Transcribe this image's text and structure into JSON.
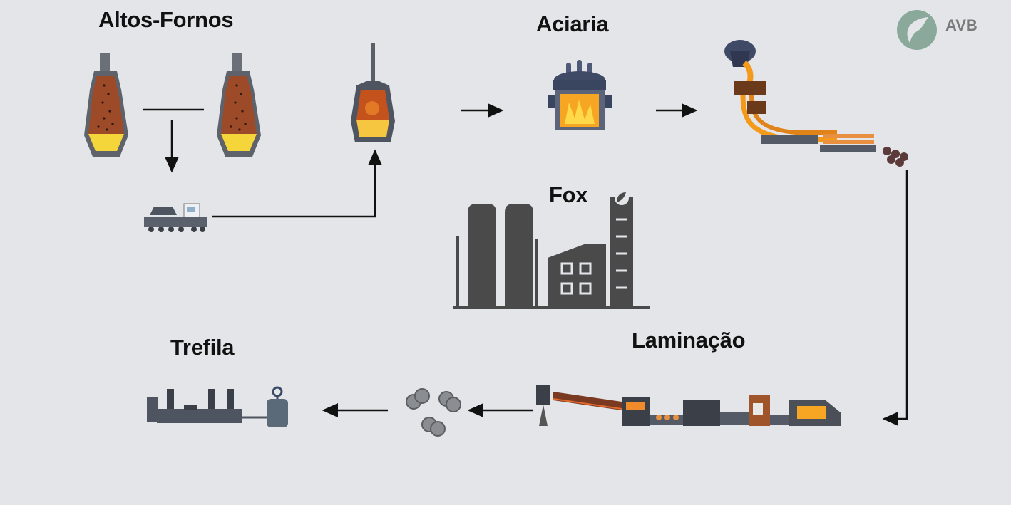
{
  "labels": {
    "altos_fornos": "Altos-Fornos",
    "aciaria": "Aciaria",
    "fox": "Fox",
    "laminacao": "Laminação",
    "trefila": "Trefila"
  },
  "logo": {
    "text": "AVB",
    "color": "#8aa99a"
  },
  "colors": {
    "background": "#e4e5e8",
    "arrow": "#111111",
    "factory": "#4a4a4a",
    "molten": "#f29a1a"
  }
}
